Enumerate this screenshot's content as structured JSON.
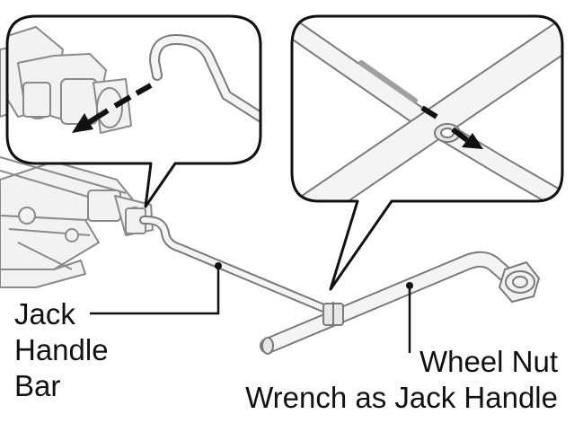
{
  "labels": {
    "jack_handle_bar": [
      "Jack",
      "Handle",
      "Bar"
    ],
    "wheel_nut_wrench": [
      "Wheel Nut",
      "Wrench as Jack Handle"
    ]
  },
  "colors": {
    "line": "#111111",
    "part_outline": "#7a7a7a",
    "part_fill": "#f2f2f2",
    "callout_border": "#111111",
    "arrow": "#111111"
  },
  "callouts": [
    {
      "name": "detail-jack-handle-bar-removal",
      "arrow_icon": "removal-arrow-icon"
    },
    {
      "name": "detail-wrench-insertion",
      "arrow_icon": "insertion-arrow-icon"
    }
  ]
}
